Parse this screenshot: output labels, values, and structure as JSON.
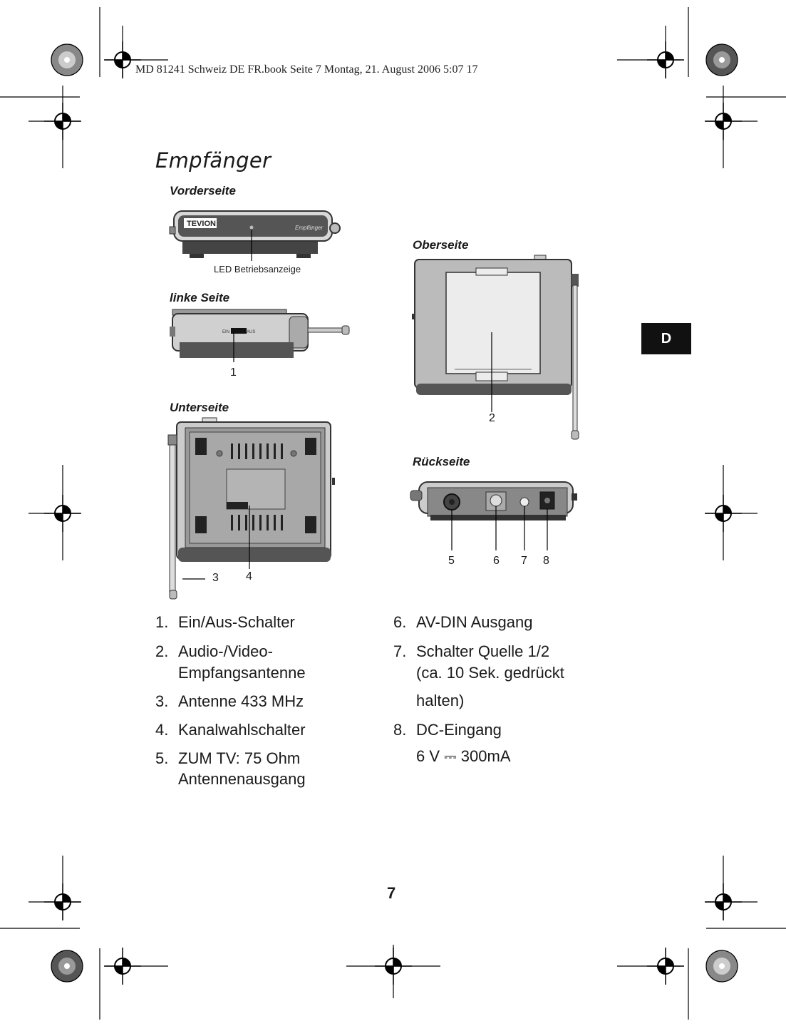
{
  "header": {
    "slug": "MD 81241 Schweiz DE FR.book  Seite 7  Montag, 21. August 2006  5:07 17"
  },
  "section_tab": "D",
  "title": "Empfänger",
  "views": {
    "front": {
      "heading": "Vorderseite",
      "brand": "TEVION",
      "model_label": "Empfänger",
      "led_label": "LED Betriebsanzeige"
    },
    "left": {
      "heading": "linke Seite",
      "switch_on": "EIN",
      "switch_off": "AUS",
      "callout": "1"
    },
    "bottom": {
      "heading": "Unterseite",
      "callout_antenna": "3",
      "callout_channel": "4"
    },
    "top": {
      "heading": "Oberseite",
      "callout": "2"
    },
    "back": {
      "heading": "Rückseite",
      "callouts": [
        "5",
        "6",
        "7",
        "8"
      ]
    }
  },
  "parts_left": [
    {
      "num": "1.",
      "lines": [
        "Ein/Aus-Schalter"
      ]
    },
    {
      "num": "2.",
      "lines": [
        "Audio-/Video-",
        "Empfangsantenne"
      ]
    },
    {
      "num": "3.",
      "lines": [
        "Antenne 433 MHz"
      ]
    },
    {
      "num": "4.",
      "lines": [
        "Kanalwahlschalter"
      ]
    },
    {
      "num": "5.",
      "lines": [
        "ZUM TV: 75 Ohm",
        "Antennenausgang"
      ]
    }
  ],
  "parts_right": [
    {
      "num": "6.",
      "lines": [
        "AV-DIN Ausgang"
      ]
    },
    {
      "num": "7.",
      "lines": [
        "Schalter Quelle 1/2",
        "(ca. 10 Sek. gedrückt",
        "halten)"
      ]
    },
    {
      "num": "8.",
      "lines": [
        "DC-Eingang",
        "6 V ⎓ 300mA"
      ]
    }
  ],
  "page_number": "7"
}
